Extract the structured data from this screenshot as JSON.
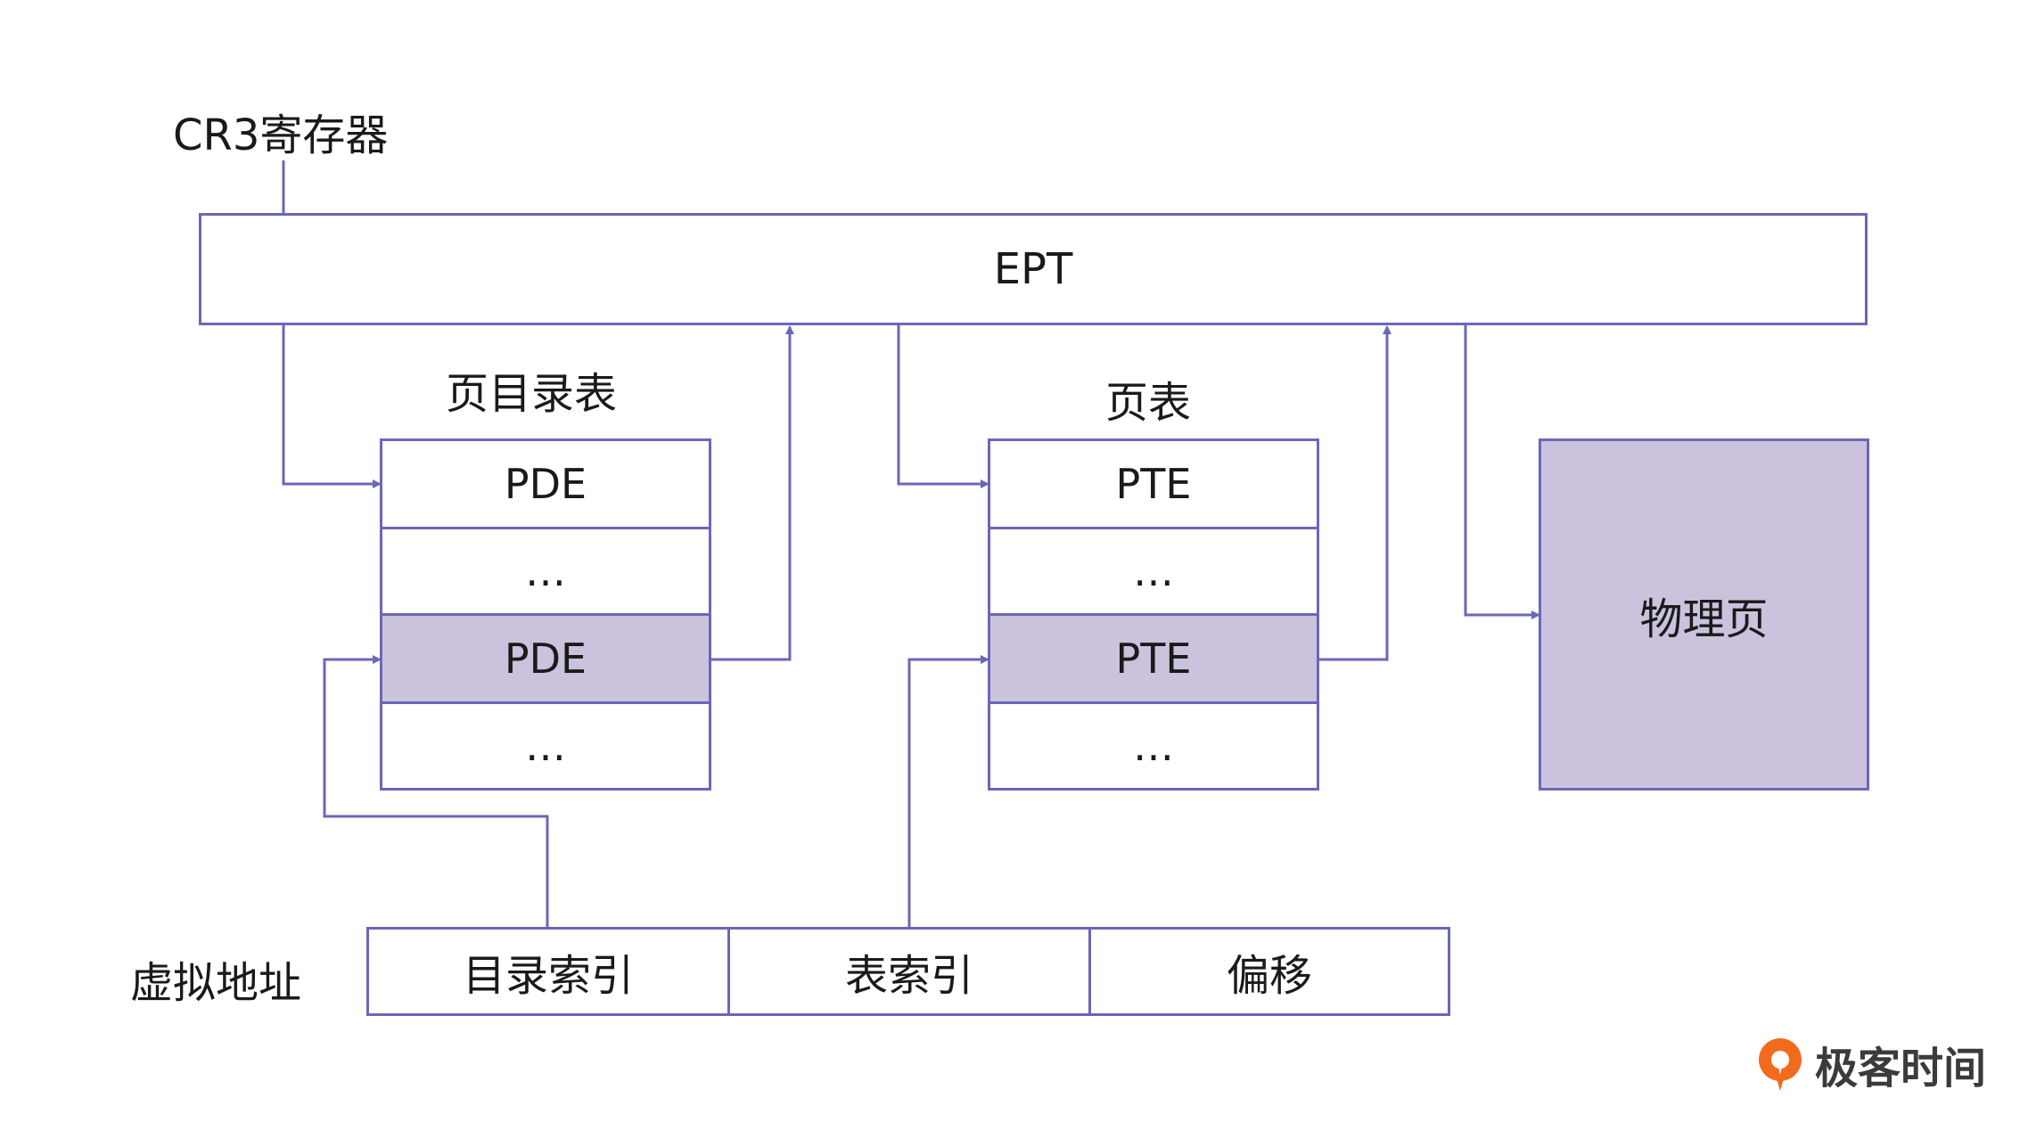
{
  "cr3_label": "CR3寄存器",
  "ept_label": "EPT",
  "page_directory": {
    "title": "页目录表",
    "rows": [
      "PDE",
      "…",
      "PDE",
      "…"
    ],
    "highlighted_row": 2
  },
  "page_table": {
    "title": "页表",
    "rows": [
      "PTE",
      "…",
      "PTE",
      "…"
    ],
    "highlighted_row": 2
  },
  "physical_page_label": "物理页",
  "virtual_address": {
    "label": "虚拟地址",
    "fields": [
      "目录索引",
      "表索引",
      "偏移"
    ]
  },
  "brand": {
    "name": "极客时间",
    "logo_icon": "geektime-logo-icon"
  },
  "colors": {
    "line": "#6a67b8",
    "highlight": "#cbc3dd",
    "brand_orange": "#f26b1d"
  }
}
